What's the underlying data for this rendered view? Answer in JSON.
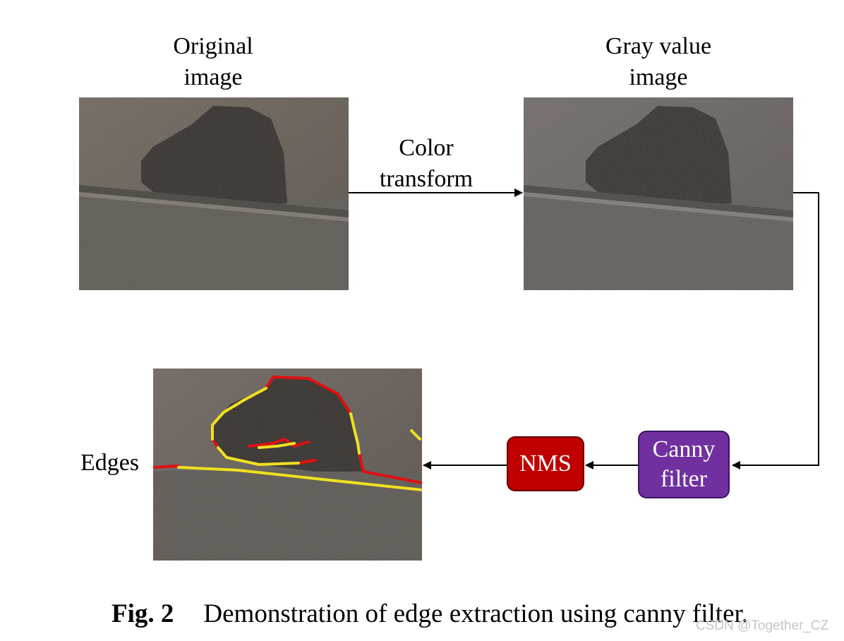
{
  "labels": {
    "original": "Original\nimage",
    "gray": "Gray value\nimage",
    "color_transform": "Color\ntransform",
    "edges": "Edges"
  },
  "boxes": {
    "canny": "Canny\nfilter",
    "nms": "NMS"
  },
  "caption": {
    "fig": "Fig. 2",
    "text": "Demonstration of edge extraction using canny filter."
  },
  "watermark": "CSDN @Together_CZ",
  "colors": {
    "canny_box": "#7030A0",
    "nms_box": "#C00000",
    "edge_strong": "#E01010",
    "edge_weak": "#F0E020",
    "arrow": "#000000",
    "surface": "#5a544f",
    "hole": "#252320"
  }
}
